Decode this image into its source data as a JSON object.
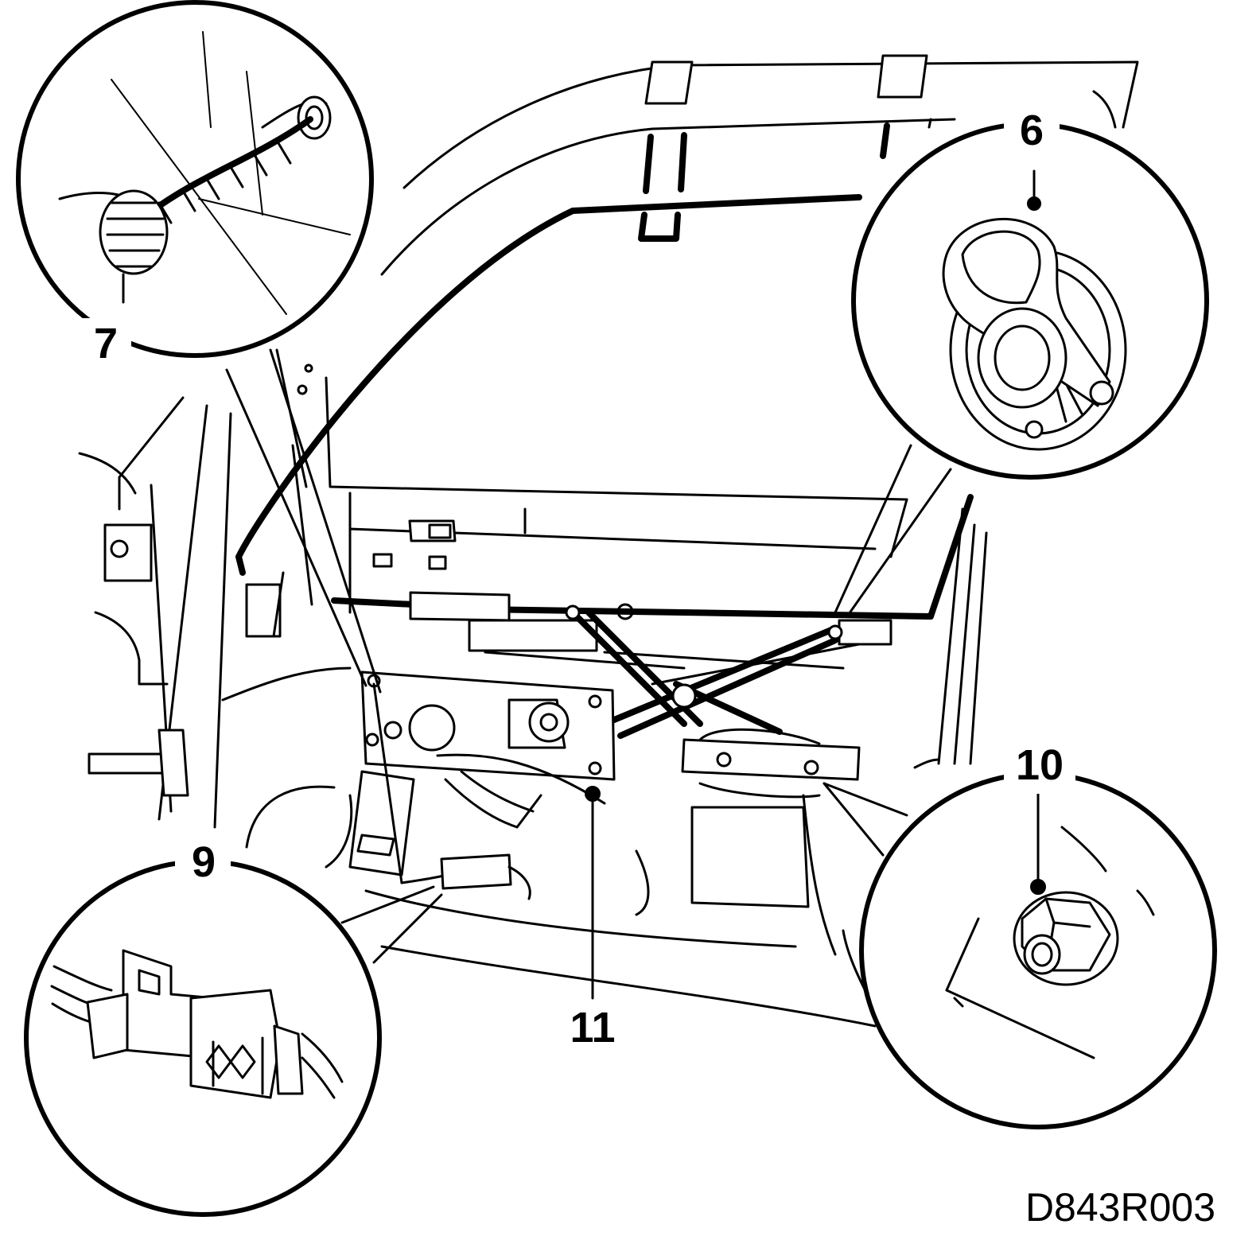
{
  "callouts": {
    "c6": "6",
    "c7": "7",
    "c9": "9",
    "c10": "10",
    "c11": "11"
  },
  "figure_code": "D843R003"
}
